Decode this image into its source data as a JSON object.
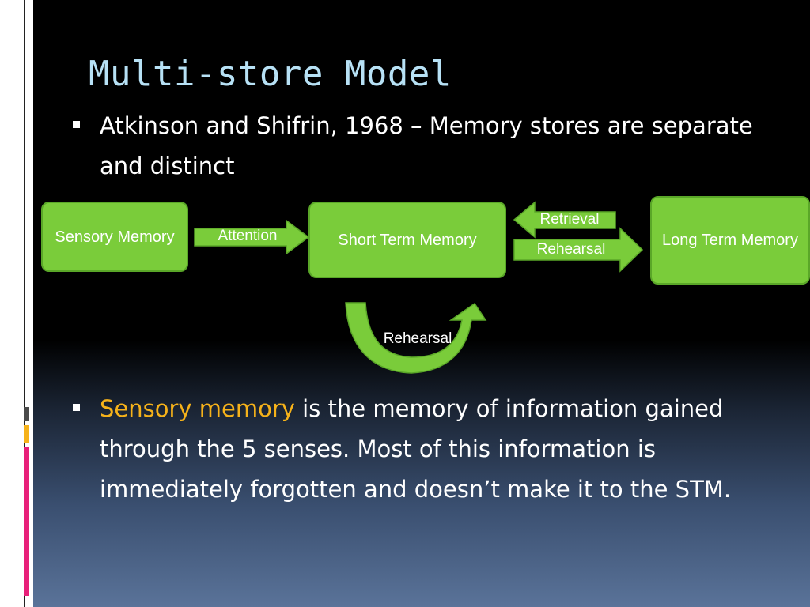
{
  "slide": {
    "title": "Multi-store Model",
    "bullets": [
      {
        "text": "Atkinson and Shifrin, 1968 – Memory stores are separate and distinct"
      },
      {
        "highlight": "Sensory memory",
        "text": " is the memory of information gained through the 5 senses. Most of this information is immediately forgotten and doesn’t make it to the STM."
      }
    ]
  },
  "diagram": {
    "boxes": {
      "sensory": "Sensory Memory",
      "stm": "Short Term Memory",
      "ltm": "Long Term Memory"
    },
    "arrows": {
      "attention": "Attention",
      "retrieval": "Retrieval",
      "rehearsal_to_ltm": "Rehearsal",
      "rehearsal_loop": "Rehearsal"
    }
  },
  "colors": {
    "box_fill": "#7acc3a",
    "title": "#b7e1f5",
    "highlight": "#f6b21a"
  }
}
